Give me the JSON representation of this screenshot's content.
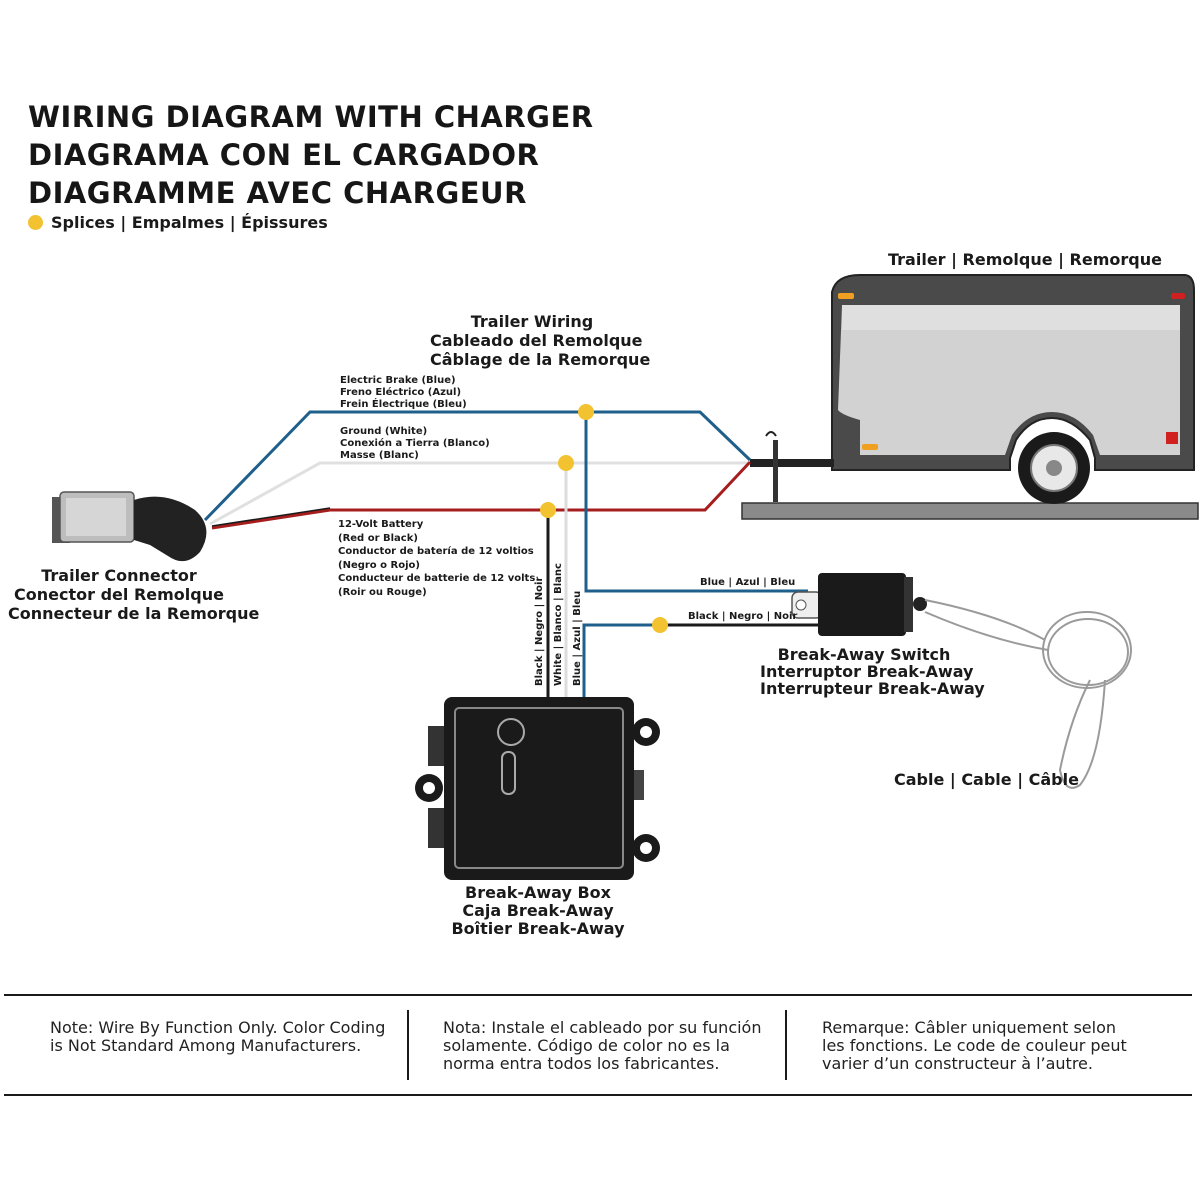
{
  "titles": [
    "WIRING DIAGRAM WITH CHARGER",
    "DIAGRAMA CON EL CARGADOR",
    "DIAGRAMME AVEC CHARGEUR"
  ],
  "legend": {
    "label": "Splices | Empalmes | Épissures",
    "dot_color": "#f2c230"
  },
  "trailer_label": "Trailer | Remolque | Remorque",
  "trailer_wiring": [
    "Trailer Wiring",
    "Cableado del Remolque",
    "Câblage de la Remorque"
  ],
  "wires": {
    "brake": [
      "Electric Brake (Blue)",
      "Freno Eléctrico (Azul)",
      "Frein Électrique (Bleu)"
    ],
    "ground": [
      "Ground (White)",
      "Conexión a Tierra (Blanco)",
      "Masse (Blanc)"
    ],
    "battery": [
      "12-Volt Battery",
      "(Red or Black)",
      "Conductor de batería de 12 voltios",
      "(Negro o Rojo)",
      "Conducteur de batterie de 12 volts",
      "(Roir ou Rouge)"
    ],
    "colors": {
      "blue": "#1f5f8b",
      "white": "#e6e6e6",
      "red": "#a51d1d",
      "black": "#1a1a1a"
    }
  },
  "trailer_connector": [
    "Trailer Connector",
    "Conector del Remolque",
    "Connecteur de la Remorque"
  ],
  "vertical_labels": [
    "Black | Negro | Noir",
    "White | Blanco | Blanc",
    "Blue | Azul | Bleu"
  ],
  "switch_wires": [
    "Blue | Azul | Bleu",
    "Black | Negro | Noir"
  ],
  "breakaway_switch": [
    "Break-Away Switch",
    "Interruptor Break-Away",
    "Interrupteur Break-Away"
  ],
  "breakaway_box": [
    "Break-Away Box",
    "Caja Break-Away",
    "Boîtier Break-Away"
  ],
  "cable_label": "Cable | Cable | Câble",
  "notes": [
    {
      "head": "Note:",
      "lines": [
        " Wire By Function Only. Color Coding",
        "is Not Standard Among Manufacturers."
      ]
    },
    {
      "head": "Nota:",
      "lines": [
        " Instale el cableado por su función",
        "solamente. Código de color no es la",
        "norma entra todos los fabricantes."
      ]
    },
    {
      "head": "Remarque:",
      "lines": [
        " Câbler uniquement selon",
        "les fonctions. Le code de couleur peut",
        "varier d’un constructeur à l’autre."
      ]
    }
  ]
}
